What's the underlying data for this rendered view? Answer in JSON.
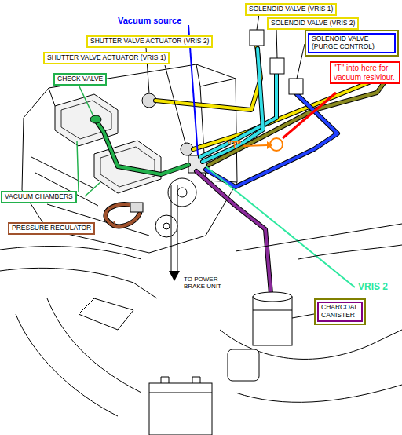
{
  "diagram": {
    "nodes": [
      {
        "text": [
          "SOLENOID VALVE (VRIS 1)"
        ]
      },
      {
        "text": [
          "SOLENOID VALVE (VRIS 2)"
        ]
      },
      {
        "text": [
          "SHUTTER VALVE ACTUATOR (VRIS 2)"
        ]
      },
      {
        "text": [
          "SOLENOID VALVE (PURGE CONTROL)"
        ]
      },
      {
        "text": [
          "SHUTTER VALVE ACTUATOR (VRIS 1)"
        ]
      },
      {
        "text": [
          "\"T\" into here for vacuum resiviour."
        ]
      },
      {
        "text": [
          "CHECK VALVE"
        ]
      },
      {
        "text": [
          "VACUUM CHAMBERS"
        ]
      },
      {
        "text": [
          "PRESSURE REGULATOR"
        ]
      },
      {
        "text": [
          "CHARCOAL CANISTER"
        ]
      }
    ],
    "labels": [
      "Vacuum source",
      "\"T\"",
      "TO POWER BRAKE UNIT",
      "VRIS 2"
    ]
  }
}
